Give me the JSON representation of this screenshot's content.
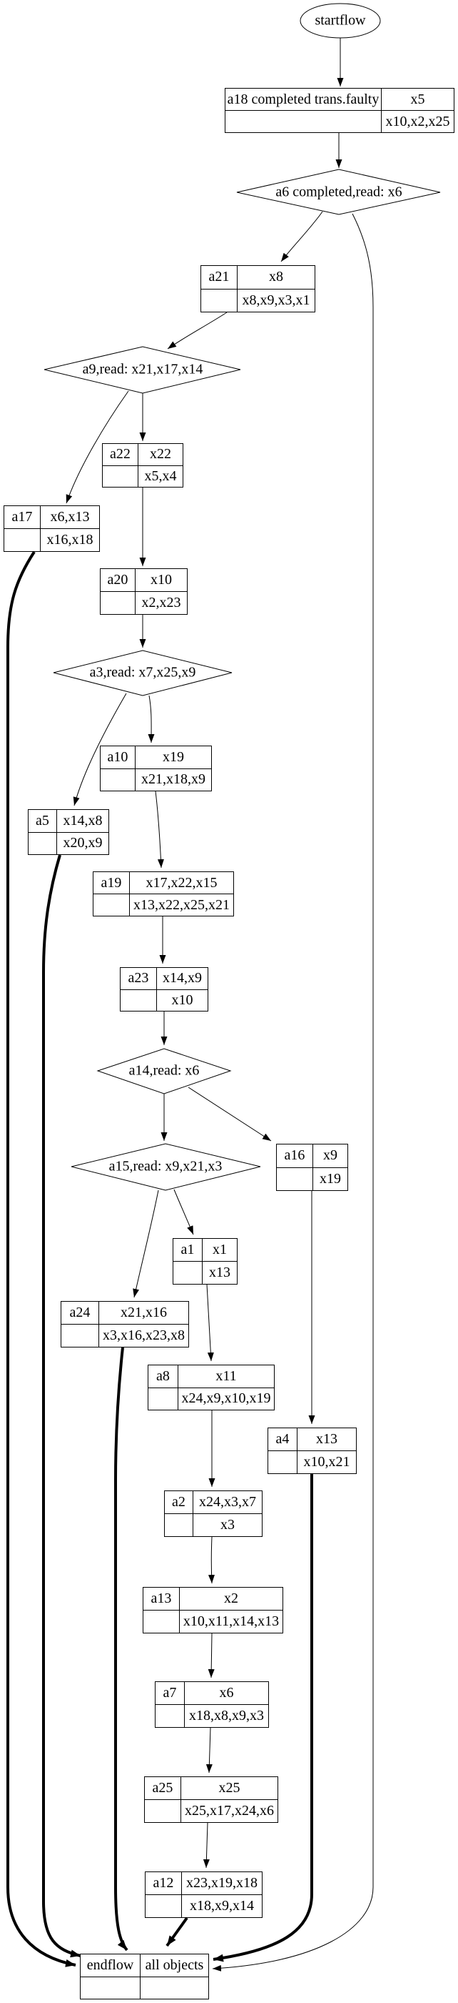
{
  "diagram": {
    "kind": "workflow-graph",
    "colors": {
      "background": "#ffffff",
      "stroke": "#000000",
      "text": "#000000"
    }
  },
  "nodes": {
    "startflow": {
      "label": "startflow"
    },
    "a18": {
      "id": "a18 completed trans.faulty",
      "top": "x5",
      "bottom": "x10,x2,x25"
    },
    "a6": {
      "label": "a6 completed,read: x6"
    },
    "a21": {
      "id": "a21",
      "top": "x8",
      "bottom": "x8,x9,x3,x1"
    },
    "a9": {
      "label": "a9,read: x21,x17,x14"
    },
    "a22": {
      "id": "a22",
      "top": "x22",
      "bottom": "x5,x4"
    },
    "a17": {
      "id": "a17",
      "top": "x6,x13",
      "bottom": "x16,x18"
    },
    "a20": {
      "id": "a20",
      "top": "x10",
      "bottom": "x2,x23"
    },
    "a3": {
      "label": "a3,read: x7,x25,x9"
    },
    "a10": {
      "id": "a10",
      "top": "x19",
      "bottom": "x21,x18,x9"
    },
    "a5": {
      "id": "a5",
      "top": "x14,x8",
      "bottom": "x20,x9"
    },
    "a19": {
      "id": "a19",
      "top": "x17,x22,x15",
      "bottom": "x13,x22,x25,x21"
    },
    "a23": {
      "id": "a23",
      "top": "x14,x9",
      "bottom": "x10"
    },
    "a14": {
      "label": "a14,read: x6"
    },
    "a15": {
      "label": "a15,read: x9,x21,x3"
    },
    "a16": {
      "id": "a16",
      "top": "x9",
      "bottom": "x19"
    },
    "a1": {
      "id": "a1",
      "top": "x1",
      "bottom": "x13"
    },
    "a24": {
      "id": "a24",
      "top": "x21,x16",
      "bottom": "x3,x16,x23,x8"
    },
    "a8": {
      "id": "a8",
      "top": "x11",
      "bottom": "x24,x9,x10,x19"
    },
    "a4": {
      "id": "a4",
      "top": "x13",
      "bottom": "x10,x21"
    },
    "a2": {
      "id": "a2",
      "top": "x24,x3,x7",
      "bottom": "x3"
    },
    "a13": {
      "id": "a13",
      "top": "x2",
      "bottom": "x10,x11,x14,x13"
    },
    "a7": {
      "id": "a7",
      "top": "x6",
      "bottom": "x18,x8,x9,x3"
    },
    "a25": {
      "id": "a25",
      "top": "x25",
      "bottom": "x25,x17,x24,x6"
    },
    "a12": {
      "id": "a12",
      "top": "x23,x19,x18",
      "bottom": "x18,x9,x14"
    },
    "endflow": {
      "id": "endflow",
      "top": "all objects",
      "bottom": ""
    }
  },
  "edges": [
    {
      "from": "startflow",
      "to": "a18",
      "style": "normal"
    },
    {
      "from": "a18",
      "to": "a6",
      "style": "normal"
    },
    {
      "from": "a6",
      "to": "a21",
      "style": "normal"
    },
    {
      "from": "a6",
      "to": "endflow",
      "style": "normal"
    },
    {
      "from": "a21",
      "to": "a9",
      "style": "normal"
    },
    {
      "from": "a9",
      "to": "a22",
      "style": "normal"
    },
    {
      "from": "a9",
      "to": "a17",
      "style": "normal"
    },
    {
      "from": "a22",
      "to": "a20",
      "style": "normal"
    },
    {
      "from": "a17",
      "to": "endflow",
      "style": "bold"
    },
    {
      "from": "a20",
      "to": "a3",
      "style": "normal"
    },
    {
      "from": "a3",
      "to": "a10",
      "style": "normal"
    },
    {
      "from": "a3",
      "to": "a5",
      "style": "normal"
    },
    {
      "from": "a10",
      "to": "a19",
      "style": "normal"
    },
    {
      "from": "a5",
      "to": "endflow",
      "style": "bold"
    },
    {
      "from": "a19",
      "to": "a23",
      "style": "normal"
    },
    {
      "from": "a23",
      "to": "a14",
      "style": "normal"
    },
    {
      "from": "a14",
      "to": "a15",
      "style": "normal"
    },
    {
      "from": "a14",
      "to": "a16",
      "style": "normal"
    },
    {
      "from": "a15",
      "to": "a1",
      "style": "normal"
    },
    {
      "from": "a15",
      "to": "a24",
      "style": "normal"
    },
    {
      "from": "a16",
      "to": "a4",
      "style": "normal"
    },
    {
      "from": "a1",
      "to": "a8",
      "style": "normal"
    },
    {
      "from": "a24",
      "to": "endflow",
      "style": "bold"
    },
    {
      "from": "a8",
      "to": "a2",
      "style": "normal"
    },
    {
      "from": "a4",
      "to": "endflow",
      "style": "bold"
    },
    {
      "from": "a2",
      "to": "a13",
      "style": "normal"
    },
    {
      "from": "a13",
      "to": "a7",
      "style": "normal"
    },
    {
      "from": "a7",
      "to": "a25",
      "style": "normal"
    },
    {
      "from": "a25",
      "to": "a12",
      "style": "normal"
    },
    {
      "from": "a12",
      "to": "endflow",
      "style": "bold"
    }
  ]
}
